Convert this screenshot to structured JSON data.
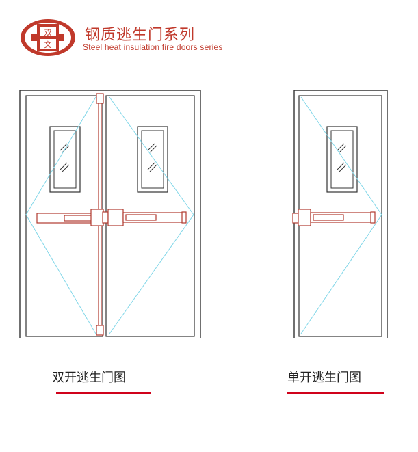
{
  "brand": {
    "logo_chars": [
      "双",
      "文"
    ],
    "title": "钢质逃生门系列",
    "subtitle": "Steel heat insulation fire doors series",
    "color": "#c0392b"
  },
  "captions": {
    "double": "双开逃生门图",
    "single": "单开逃生门图"
  },
  "colors": {
    "frame": "#333333",
    "panic_bar": "#b03a2e",
    "swing_lines": "#7fd6e8",
    "underline": "#d0021b"
  }
}
